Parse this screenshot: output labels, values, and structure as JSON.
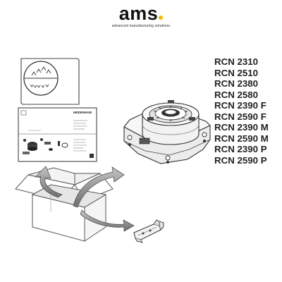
{
  "logo": {
    "wordmark": "ams",
    "dot_color": "#f5b800",
    "tagline": "advanced manufacturing solutions"
  },
  "models": [
    "RCN 2310",
    "RCN 2510",
    "RCN 2380",
    "RCN 2580",
    "RCN 2390 F",
    "RCN 2590 F",
    "RCN 2390 M",
    "RCN 2590 M",
    "RCN 2390 P",
    "RCN 2590 P"
  ],
  "document": {
    "brand": "HEIDENHAIN"
  }
}
